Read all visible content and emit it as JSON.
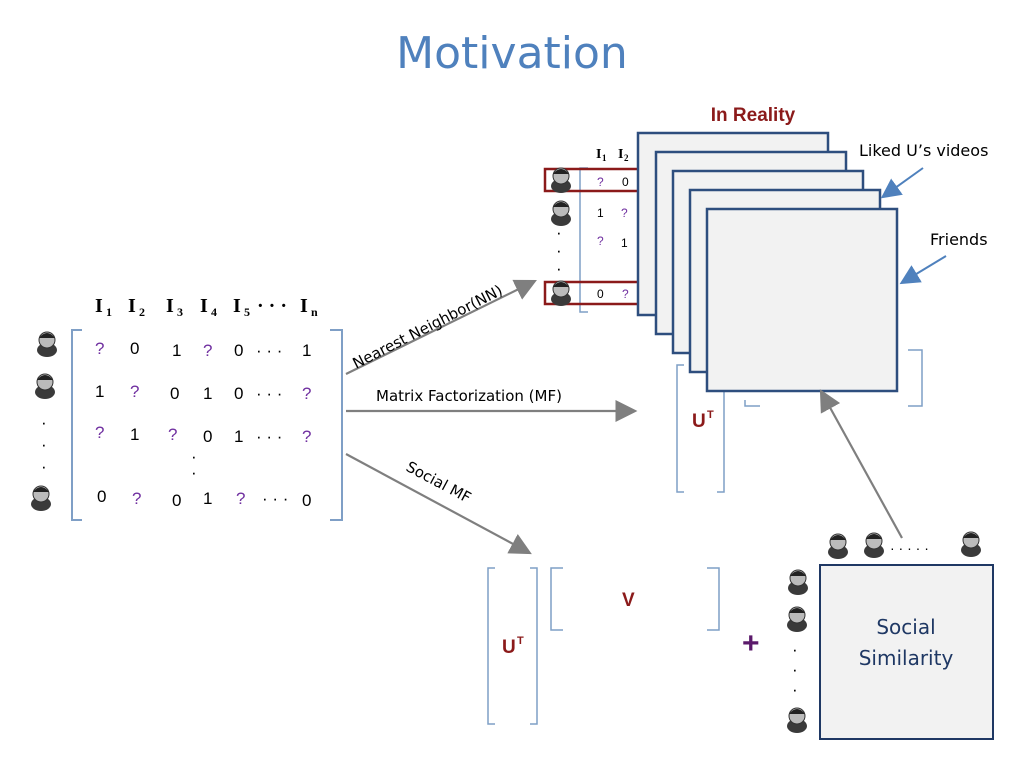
{
  "title": "Motivation",
  "matrix": {
    "headers": [
      "I",
      "I",
      "I",
      "I",
      "I",
      "· · ·",
      "I"
    ],
    "header_subscripts": [
      "1",
      "2",
      "3",
      "4",
      "5",
      "",
      "n"
    ],
    "rows": [
      [
        "?",
        "0",
        "1",
        "?",
        "0",
        "· · ·",
        "1"
      ],
      [
        "1",
        "?",
        "0",
        "1",
        "0",
        "· · ·",
        "?"
      ],
      [
        "?",
        "1",
        "?",
        "0",
        "1",
        "· · ·",
        "?"
      ],
      [
        "0",
        "?",
        "0",
        "1",
        "?",
        "· · ·",
        "0"
      ]
    ]
  },
  "mini_matrix": {
    "headers": [
      "I",
      "I"
    ],
    "header_subscripts": [
      "1",
      "2"
    ],
    "rows": [
      [
        "?",
        "0"
      ],
      [
        "1",
        "?"
      ],
      [
        "?",
        "1"
      ],
      [
        "0",
        "?"
      ]
    ]
  },
  "arrows": {
    "nn": "Nearest Neighbor(NN)",
    "mf": "Matrix Factorization (MF)",
    "social": "Social MF"
  },
  "reality": {
    "title": "In Reality",
    "liked": "Liked U’s videos",
    "friends": "Friends",
    "ut": "U",
    "ut_sup": "T"
  },
  "bottom": {
    "ut": "U",
    "ut_sup": "T",
    "v": "V",
    "plus": "+",
    "social_line1": "Social",
    "social_line2": "Similarity",
    "dots": "· · · · ·"
  },
  "colors": {
    "title": "#4f81bd",
    "bracket": "#7f9fc6",
    "dark_red": "#8b1a1a",
    "purple": "#7030a0",
    "navy": "#1f3864",
    "stack_border": "#2e4e7e",
    "arrow_gray": "#7f7f7f"
  }
}
